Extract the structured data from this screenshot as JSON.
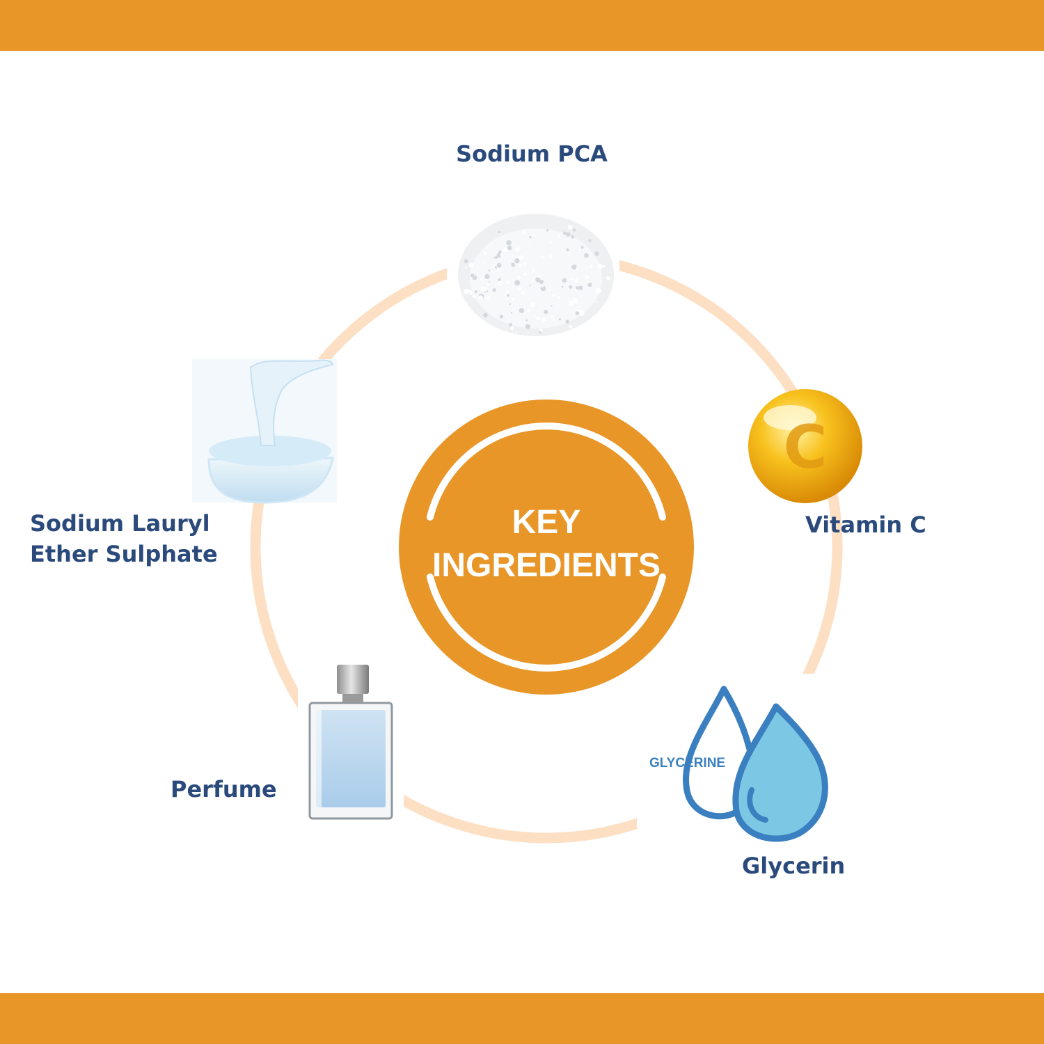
{
  "center": {
    "line1": "KEY",
    "line2": "INGREDIENTS"
  },
  "ingredients": [
    {
      "label": "Sodium PCA",
      "icon": "salt-crystals-icon"
    },
    {
      "label": "Vitamin C",
      "icon": "vitamin-c-capsule-icon"
    },
    {
      "label": "Glycerin",
      "icon": "water-drops-icon",
      "icon_text": "GLYCERINE"
    },
    {
      "label": "Perfume",
      "icon": "perfume-bottle-icon"
    },
    {
      "label_line1": "Sodium Lauryl",
      "label_line2": "Ether Sulphate",
      "icon": "gel-scoop-icon"
    }
  ],
  "colors": {
    "band": "#E89628",
    "center_disc": "#E89628",
    "ring": "#FDDFC4",
    "label_text": "#2B4A7C",
    "drop_blue": "#7CC8E4",
    "drop_outline": "#3A7FC0"
  }
}
